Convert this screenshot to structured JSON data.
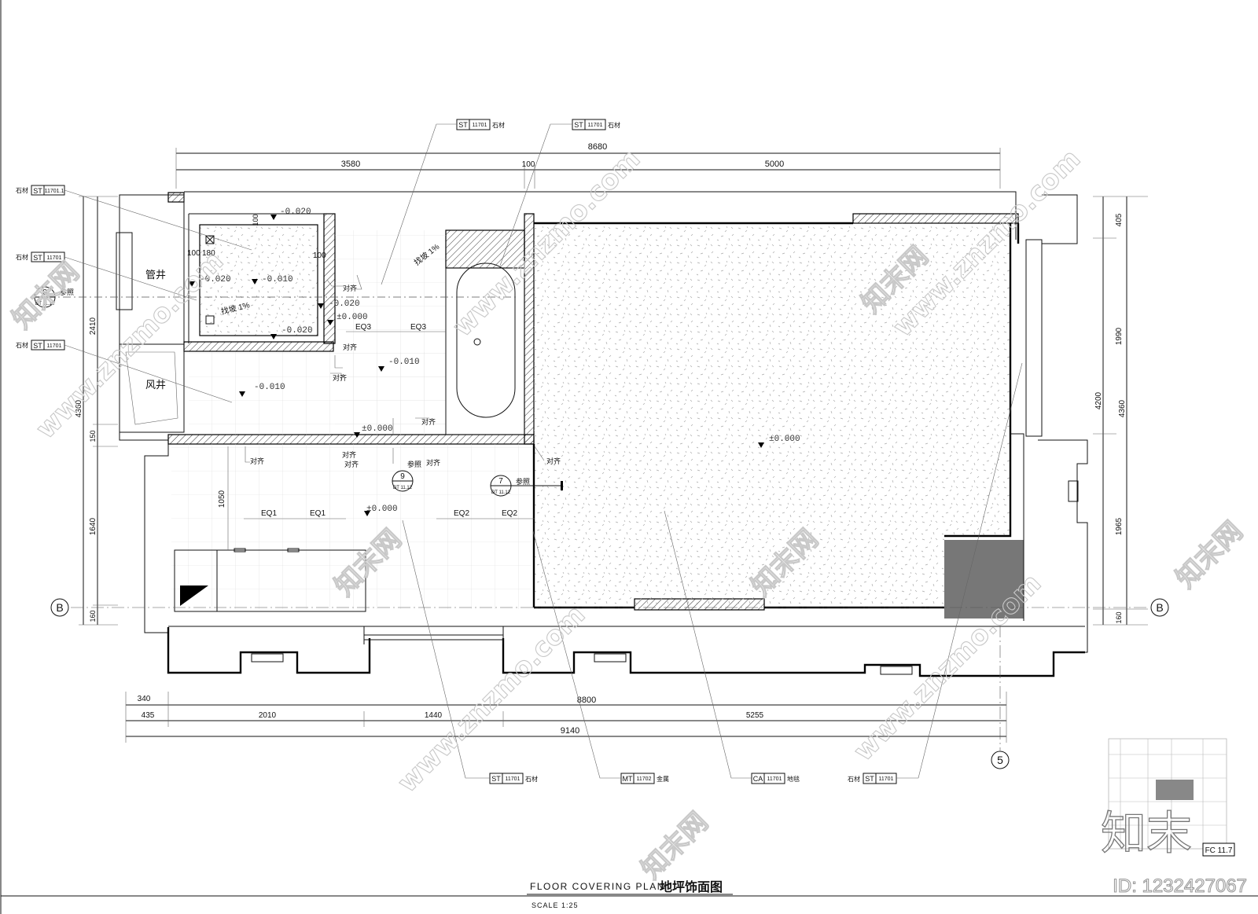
{
  "dimensions": {
    "top_total": "8680",
    "top_left": "3580",
    "top_mid": "100",
    "top_right": "5000",
    "left_2410": "2410",
    "left_4360": "4360",
    "left_150": "150",
    "left_1640": "1640",
    "left_160": "160",
    "right_405": "405",
    "right_1990": "1990",
    "right_4200": "4200",
    "right_4360": "4360",
    "right_1965": "1965",
    "right_160": "160",
    "bottom_340": "340",
    "bottom_8800": "8800",
    "bottom_435": "435",
    "bottom_2010": "2010",
    "bottom_1440": "1440",
    "bottom_5255": "5255",
    "bottom_9140": "9140",
    "inner_100a": "100",
    "inner_180": "180",
    "inner_100b": "100",
    "inner_100c": "100",
    "inner_1050": "1050",
    "eq1": "EQ1",
    "eq2": "EQ2",
    "eq3": "EQ3"
  },
  "levels": {
    "l_n020_top": "-0.020",
    "l_n010_shower": "-0.010",
    "l_n020_left": "-0.020",
    "l_n020_right": "-0.020",
    "l_n020_bottom": "-0.020",
    "l_000_a": "±0.000",
    "l_n010_mid": "-0.010",
    "l_n010_left": "-0.010",
    "l_000_b": "±0.000",
    "l_000_c": "±0.000",
    "l_000_bed": "±0.000"
  },
  "slopes": {
    "slope_shower": "找坡 1%",
    "slope_bath": "找坡 1%"
  },
  "rooms": {
    "pipe_shaft": "管井",
    "air_shaft": "风井"
  },
  "notes": {
    "align": "对齐",
    "reference": "参照"
  },
  "tags": {
    "st_code": "ST",
    "st_num": "11701",
    "st_num_b": "11701.1",
    "mt_code": "MT",
    "mt_num": "11702",
    "ca_code": "CA",
    "ca_num": "11701",
    "stone": "石材",
    "metal": "金属",
    "carpet": "地毯"
  },
  "sections": {
    "s8_num": "8",
    "s8_ref": "DT 11.12",
    "s9_num": "9",
    "s9_ref": "DT 11.12",
    "s7_num": "7",
    "s7_ref": "DT 11.12"
  },
  "grid": {
    "b_left": "B",
    "b_right": "B",
    "g5": "5"
  },
  "title_block": {
    "title_en": "FLOOR COVERING PLAN",
    "title_cn": "地坪饰面图",
    "scale": "SCALE   1:25",
    "sheet": "FC 11.7",
    "watermark_id": "ID: 1232427067",
    "watermark_url": "www.znzmo.com",
    "watermark_cn": "知末网",
    "logo": "知末"
  }
}
